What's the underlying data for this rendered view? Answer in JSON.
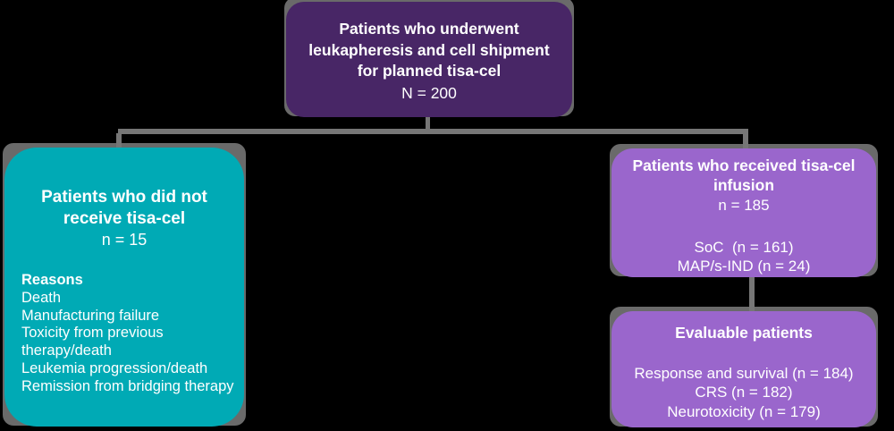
{
  "page": {
    "background": "#000000",
    "connector_color": "#767676",
    "text_color": "#ffffff"
  },
  "colors": {
    "root_box": "#482666",
    "not_received_box": "#00aab5",
    "received_box": "#9a66cc",
    "evaluable_box": "#9a66cc"
  },
  "flowchart": {
    "root": {
      "title": "Patients who underwent\nleukapheresis and cell shipment\nfor planned tisa-cel",
      "count": "N = 200"
    },
    "not_received": {
      "title": "Patients who did not\nreceive tisa-cel",
      "count": "n = 15",
      "reasons_heading": "Reasons",
      "reasons": [
        "Death",
        "Manufacturing failure",
        "Toxicity from previous therapy/death",
        "Leukemia progression/death",
        "Remission from bridging therapy"
      ]
    },
    "received": {
      "title": "Patients who received tisa-cel\ninfusion",
      "count": "n = 185",
      "details": [
        "SoC  (n = 161)",
        "MAP/s-IND (n = 24)"
      ]
    },
    "evaluable": {
      "title": "Evaluable patients",
      "details": [
        "Response and survival (n = 184)",
        "CRS (n = 182)",
        "Neurotoxicity (n = 179)"
      ]
    }
  }
}
